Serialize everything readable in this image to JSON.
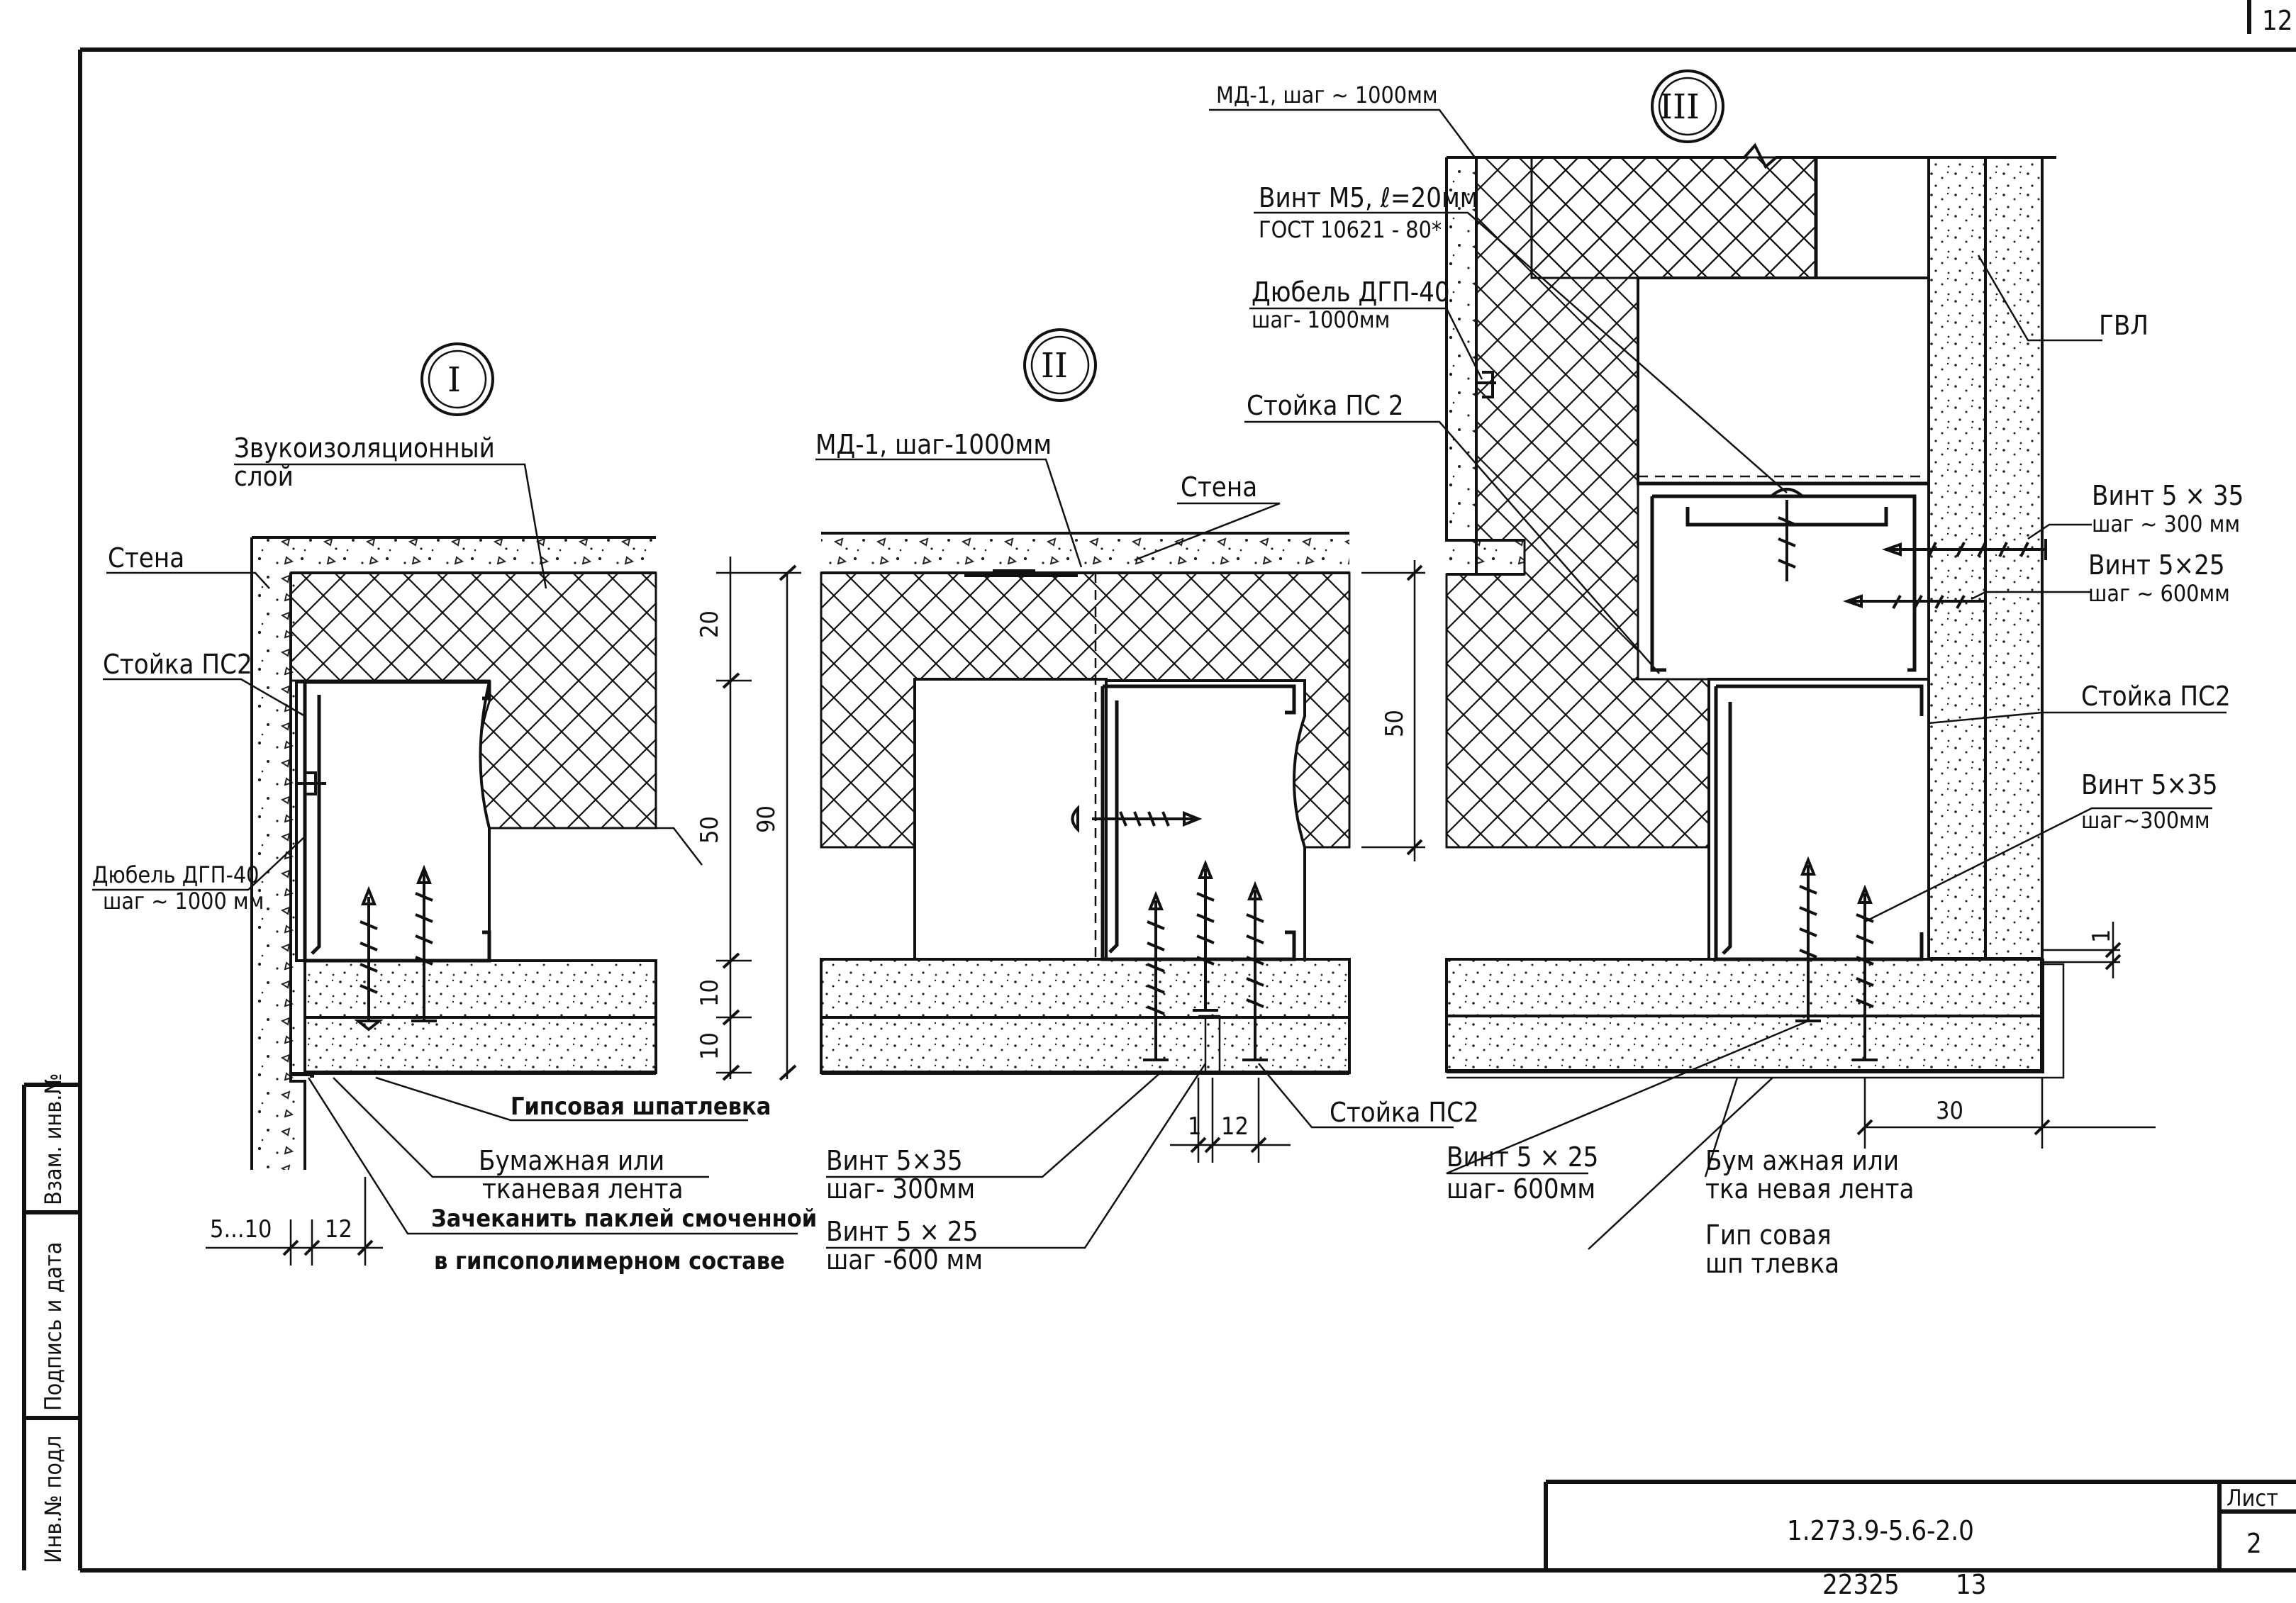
{
  "corner_mark": "12",
  "details": {
    "I": {
      "roman": "I",
      "sound_layer_1": "Звукоизоляционный",
      "sound_layer_2": "слой",
      "wall": "Стена",
      "stud": "Стойка ПС2",
      "dowel_1": "Дюбель ДГП-40",
      "dowel_2": "шаг ~ 1000 мм",
      "putty": "Гипсовая шпатлевка",
      "tape_1": "Бумажная или",
      "tape_2": "тканевая лента",
      "caulk_1": "Зачеканить паклей смоченной",
      "caulk_2": "в гипсополимерном составе",
      "dim_20": "20",
      "dim_50": "50",
      "dim_90": "90",
      "dim_10a": "10",
      "dim_10b": "10",
      "dim_gap": "5...10",
      "dim_12": "12"
    },
    "II": {
      "roman": "II",
      "md_1": "МД-1, шаг-1000мм",
      "wall": "Стена",
      "dim_50": "50",
      "stud": "Стойка ПС2",
      "screw35_1": "Винт 5×35",
      "screw35_2": "шаг- 300мм",
      "screw25_1": "Винт  5 × 25",
      "screw25_2": "шаг -600 мм",
      "dim_1": "1",
      "dim_12": "12"
    },
    "III": {
      "roman": "III",
      "md_1": "МД-1, шаг ~ 1000мм",
      "screw_m5_1": "Винт М5, ℓ=20мм",
      "screw_m5_2": "ГОСТ 10621 - 80*",
      "dowel_1": "Дюбель ДГП-40",
      "dowel_2": "шаг- 1000мм",
      "stud_left": "Стойка ПС 2",
      "gvl": "ГВЛ",
      "screw35a_1": "Винт 5 × 35",
      "screw35a_2": "шаг ~ 300 мм",
      "screw25a_1": "Винт  5×25",
      "screw25a_2": "шаг ~ 600мм",
      "stud_right": "Стойка ПС2",
      "screw35b_1": "Винт 5×35",
      "screw35b_2": "шаг~300мм",
      "dim_1": "1",
      "dim_30": "30",
      "screw25b_1": "Винт  5 × 25",
      "screw25b_2": "шаг- 600мм",
      "tape_1": "Бум ажная  или",
      "tape_2": "тка невая  лента",
      "putty_1": "Гип совая",
      "putty_2": "шп тлевка"
    }
  },
  "side_stamp": {
    "inv_podl": "Инв.№ подл",
    "sign_date": "Подпись и дата",
    "vzam": "Взам. инв.№"
  },
  "title_block": {
    "doc_code": "1.273.9-5.6-2.0",
    "sheet_label": "Лист",
    "sheet_no": "2"
  },
  "bottom_numbers": {
    "left": "22325",
    "right": "13"
  }
}
